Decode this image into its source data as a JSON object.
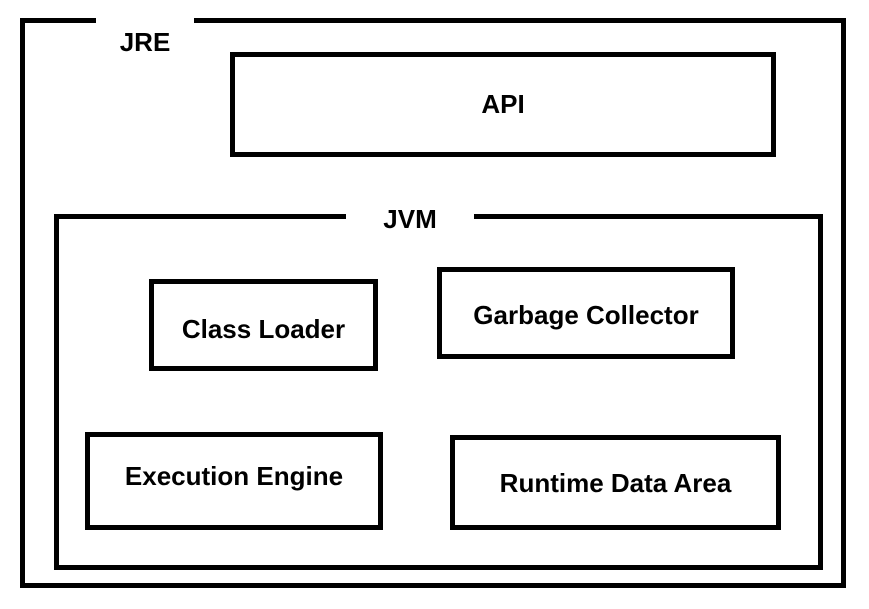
{
  "diagram": {
    "outer": {
      "label": "JRE"
    },
    "api": {
      "label": "API"
    },
    "jvm": {
      "label": "JVM",
      "components": {
        "class_loader": "Class Loader",
        "garbage_collector": "Garbage Collector",
        "execution_engine": "Execution Engine",
        "runtime_data_area": "Runtime Data Area"
      }
    }
  }
}
